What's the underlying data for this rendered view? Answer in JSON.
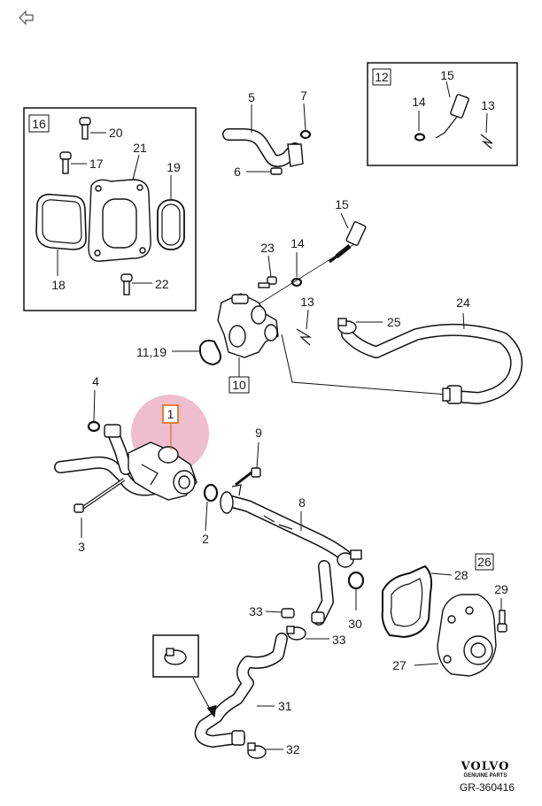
{
  "nav": {
    "back_icon": "back-arrow-icon"
  },
  "highlight": {
    "selected_part": "1",
    "color": "#e8a8bd",
    "box_color": "#e08040"
  },
  "insets": {
    "box12": {
      "number": "12",
      "labels": [
        "15",
        "14",
        "13"
      ]
    },
    "box16": {
      "number": "16",
      "labels": [
        "20",
        "17",
        "21",
        "19",
        "18",
        "22"
      ]
    },
    "box26": {
      "number": "26"
    },
    "box10": {
      "number": "10"
    }
  },
  "labels": {
    "p1": "1",
    "p2": "2",
    "p3": "3",
    "p4": "4",
    "p5": "5",
    "p6": "6",
    "p7": "7",
    "p8": "8",
    "p9": "9",
    "p11_19": "11,19",
    "p13": "13",
    "p14": "14",
    "p15": "15",
    "p23": "23",
    "p24": "24",
    "p25": "25",
    "p27": "27",
    "p28": "28",
    "p29": "29",
    "p30": "30",
    "p31": "31",
    "p32": "32",
    "p33a": "33",
    "p33b": "33"
  },
  "brand": {
    "name": "VOLVO",
    "sub": "GENUINE PARTS",
    "code": "GR-360416"
  }
}
